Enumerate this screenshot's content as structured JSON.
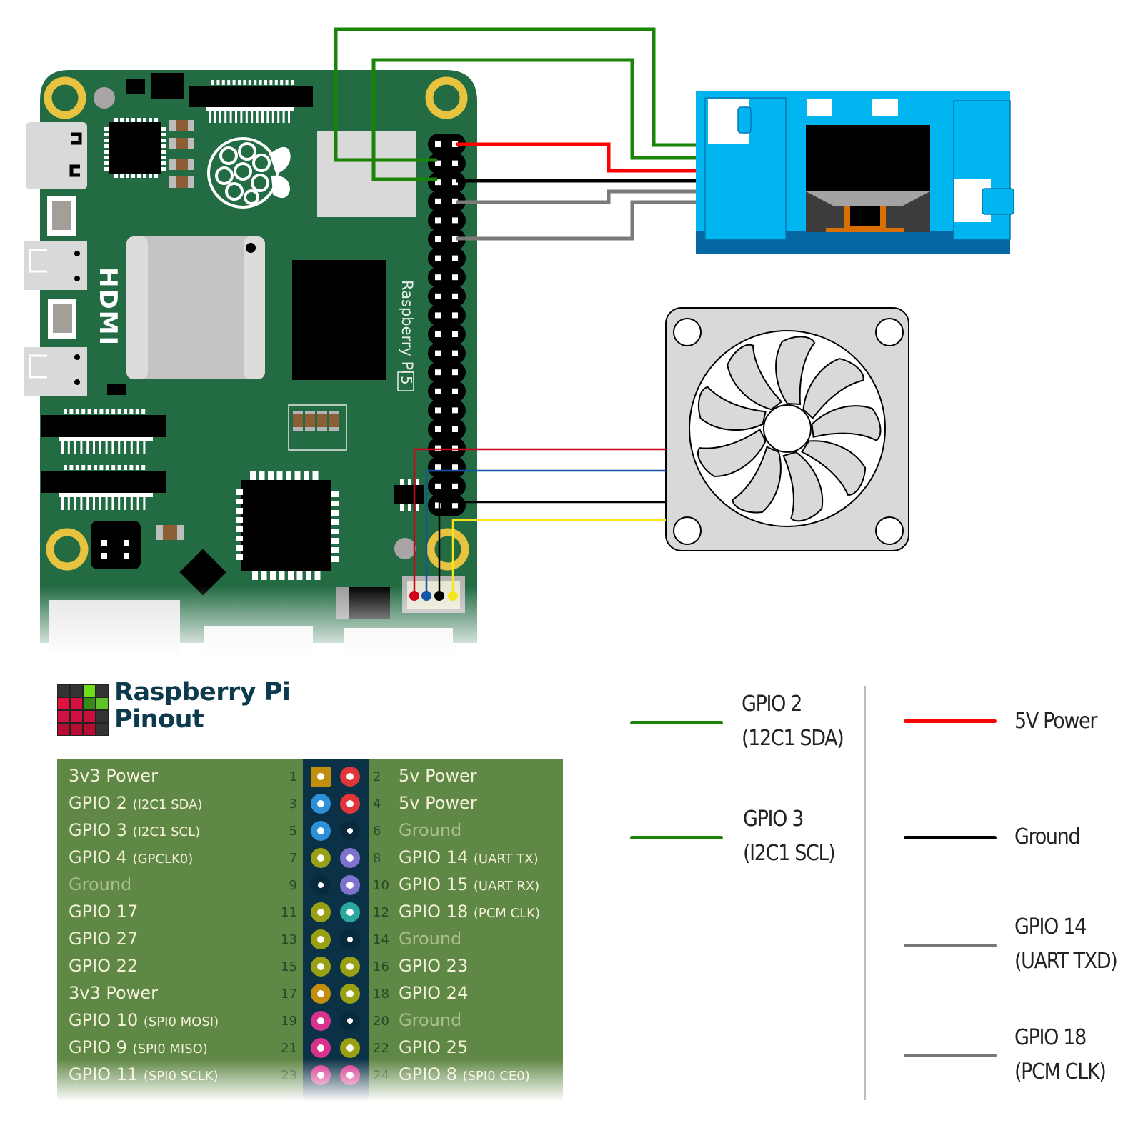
{
  "board": {
    "name": "Raspberry Pi 5",
    "silkscreen_text": "Raspberry Pi",
    "silkscreen_model": "5",
    "hdmi_label": "HDMI",
    "board_color": "#226b43",
    "mount_hole_color": "#e7c340"
  },
  "display_module": {
    "name": "OLED display module",
    "body_color": "#00b5f0",
    "base_color": "#0766a4"
  },
  "fan": {
    "name": "cooling fan",
    "blade_count": 9
  },
  "wires": [
    {
      "name": "sda-wire",
      "signal": "GPIO 2 (I2C1 SDA)",
      "pin": 3,
      "target": "display",
      "color": "#1a8407"
    },
    {
      "name": "scl-wire",
      "signal": "GPIO 3 (I2C1 SCL)",
      "pin": 5,
      "target": "display",
      "color": "#1a8407"
    },
    {
      "name": "power-wire",
      "signal": "5V Power",
      "pin": 2,
      "target": "display",
      "color": "#ff0000"
    },
    {
      "name": "ground-wire",
      "signal": "Ground",
      "pin": 6,
      "target": "display",
      "color": "#000000"
    },
    {
      "name": "txd-wire",
      "signal": "GPIO 14 (UART TXD)",
      "pin": 8,
      "target": "display",
      "color": "#7a7a7a"
    },
    {
      "name": "pcmclk-wire",
      "signal": "GPIO 18 (PCM CLK)",
      "pin": 12,
      "target": "display",
      "color": "#7a7a7a"
    },
    {
      "name": "fan-red-wire",
      "target": "fan",
      "color": "#d0021b"
    },
    {
      "name": "fan-blue-wire",
      "target": "fan",
      "color": "#1155a8"
    },
    {
      "name": "fan-black-wire",
      "target": "fan",
      "color": "#000000"
    },
    {
      "name": "fan-yellow-wire",
      "target": "fan",
      "color": "#f5e81a"
    }
  ],
  "pinout": {
    "title_line1": "Raspberry Pi",
    "title_line2": "Pinout",
    "logo_cells": [
      "#333333",
      "#333333",
      "#6fdd1e",
      "#333333",
      "#e0103f",
      "#d51040",
      "#3a8a18",
      "#5ec228",
      "#d01040",
      "#d01040",
      "#c80f3b",
      "#333333",
      "#b80c33",
      "#b80c33",
      "#b80c33",
      "#333333"
    ],
    "rows": [
      {
        "l_name": "3v3 Power",
        "l_sub": "",
        "l_num": "1",
        "l_color": "#c28e0e",
        "l_shape": "square",
        "l_gnd": false,
        "r_name": "5v Power",
        "r_sub": "",
        "r_num": "2",
        "r_color": "#e0363a",
        "r_gnd": false
      },
      {
        "l_name": "GPIO 2",
        "l_sub": "(I2C1 SDA)",
        "l_num": "3",
        "l_color": "#2c91d9",
        "l_gnd": false,
        "r_name": "5v Power",
        "r_sub": "",
        "r_num": "4",
        "r_color": "#e0363a",
        "r_gnd": false
      },
      {
        "l_name": "GPIO 3",
        "l_sub": "(I2C1 SCL)",
        "l_num": "5",
        "l_color": "#2c91d9",
        "l_gnd": false,
        "r_name": "Ground",
        "r_sub": "",
        "r_num": "6",
        "r_color": "#082a3c",
        "r_gnd": true
      },
      {
        "l_name": "GPIO 4",
        "l_sub": "(GPCLK0)",
        "l_num": "7",
        "l_color": "#9aa014",
        "l_gnd": false,
        "r_name": "GPIO 14",
        "r_sub": "(UART TX)",
        "r_num": "8",
        "r_color": "#7d73cf",
        "r_gnd": false
      },
      {
        "l_name": "Ground",
        "l_sub": "",
        "l_num": "9",
        "l_color": "#082a3c",
        "l_gnd": true,
        "r_name": "GPIO 15",
        "r_sub": "(UART RX)",
        "r_num": "10",
        "r_color": "#7d73cf",
        "r_gnd": false
      },
      {
        "l_name": "GPIO 17",
        "l_sub": "",
        "l_num": "11",
        "l_color": "#9aa014",
        "l_gnd": false,
        "r_name": "GPIO 18",
        "r_sub": "(PCM CLK)",
        "r_num": "12",
        "r_color": "#2aa8a0",
        "r_gnd": false
      },
      {
        "l_name": "GPIO 27",
        "l_sub": "",
        "l_num": "13",
        "l_color": "#9aa014",
        "l_gnd": false,
        "r_name": "Ground",
        "r_sub": "",
        "r_num": "14",
        "r_color": "#082a3c",
        "r_gnd": true
      },
      {
        "l_name": "GPIO 22",
        "l_sub": "",
        "l_num": "15",
        "l_color": "#9aa014",
        "l_gnd": false,
        "r_name": "GPIO 23",
        "r_sub": "",
        "r_num": "16",
        "r_color": "#9aa014",
        "r_gnd": false
      },
      {
        "l_name": "3v3 Power",
        "l_sub": "",
        "l_num": "17",
        "l_color": "#c28e0e",
        "l_gnd": false,
        "r_name": "GPIO 24",
        "r_sub": "",
        "r_num": "18",
        "r_color": "#9aa014",
        "r_gnd": false
      },
      {
        "l_name": "GPIO 10",
        "l_sub": "(SPI0 MOSI)",
        "l_num": "19",
        "l_color": "#d8338c",
        "l_gnd": false,
        "r_name": "Ground",
        "r_sub": "",
        "r_num": "20",
        "r_color": "#082a3c",
        "r_gnd": true
      },
      {
        "l_name": "GPIO 9",
        "l_sub": "(SPI0 MISO)",
        "l_num": "21",
        "l_color": "#d8338c",
        "l_gnd": false,
        "r_name": "GPIO 25",
        "r_sub": "",
        "r_num": "22",
        "r_color": "#9aa014",
        "r_gnd": false
      },
      {
        "l_name": "GPIO 11",
        "l_sub": "(SPI0 SCLK)",
        "l_num": "23",
        "l_color": "#d8338c",
        "l_gnd": false,
        "r_name": "GPIO 8",
        "r_sub": "(SPI0 CE0)",
        "r_num": "24",
        "r_color": "#d8338c",
        "r_gnd": false
      }
    ]
  },
  "legend": {
    "items": [
      {
        "line1": "GPIO 2",
        "line2": "(12C1 SDA)",
        "color": "#1a8407"
      },
      {
        "line1": "GPIO 3",
        "line2": "(I2C1 SCL)",
        "color": "#1a8407"
      },
      {
        "line1": "5V Power",
        "line2": "",
        "color": "#ff0000"
      },
      {
        "line1": "Ground",
        "line2": "",
        "color": "#000000"
      },
      {
        "line1": "GPIO 14",
        "line2": "(UART TXD)",
        "color": "#777777"
      },
      {
        "line1": "GPIO 18",
        "line2": "(PCM CLK)",
        "color": "#777777"
      }
    ]
  }
}
